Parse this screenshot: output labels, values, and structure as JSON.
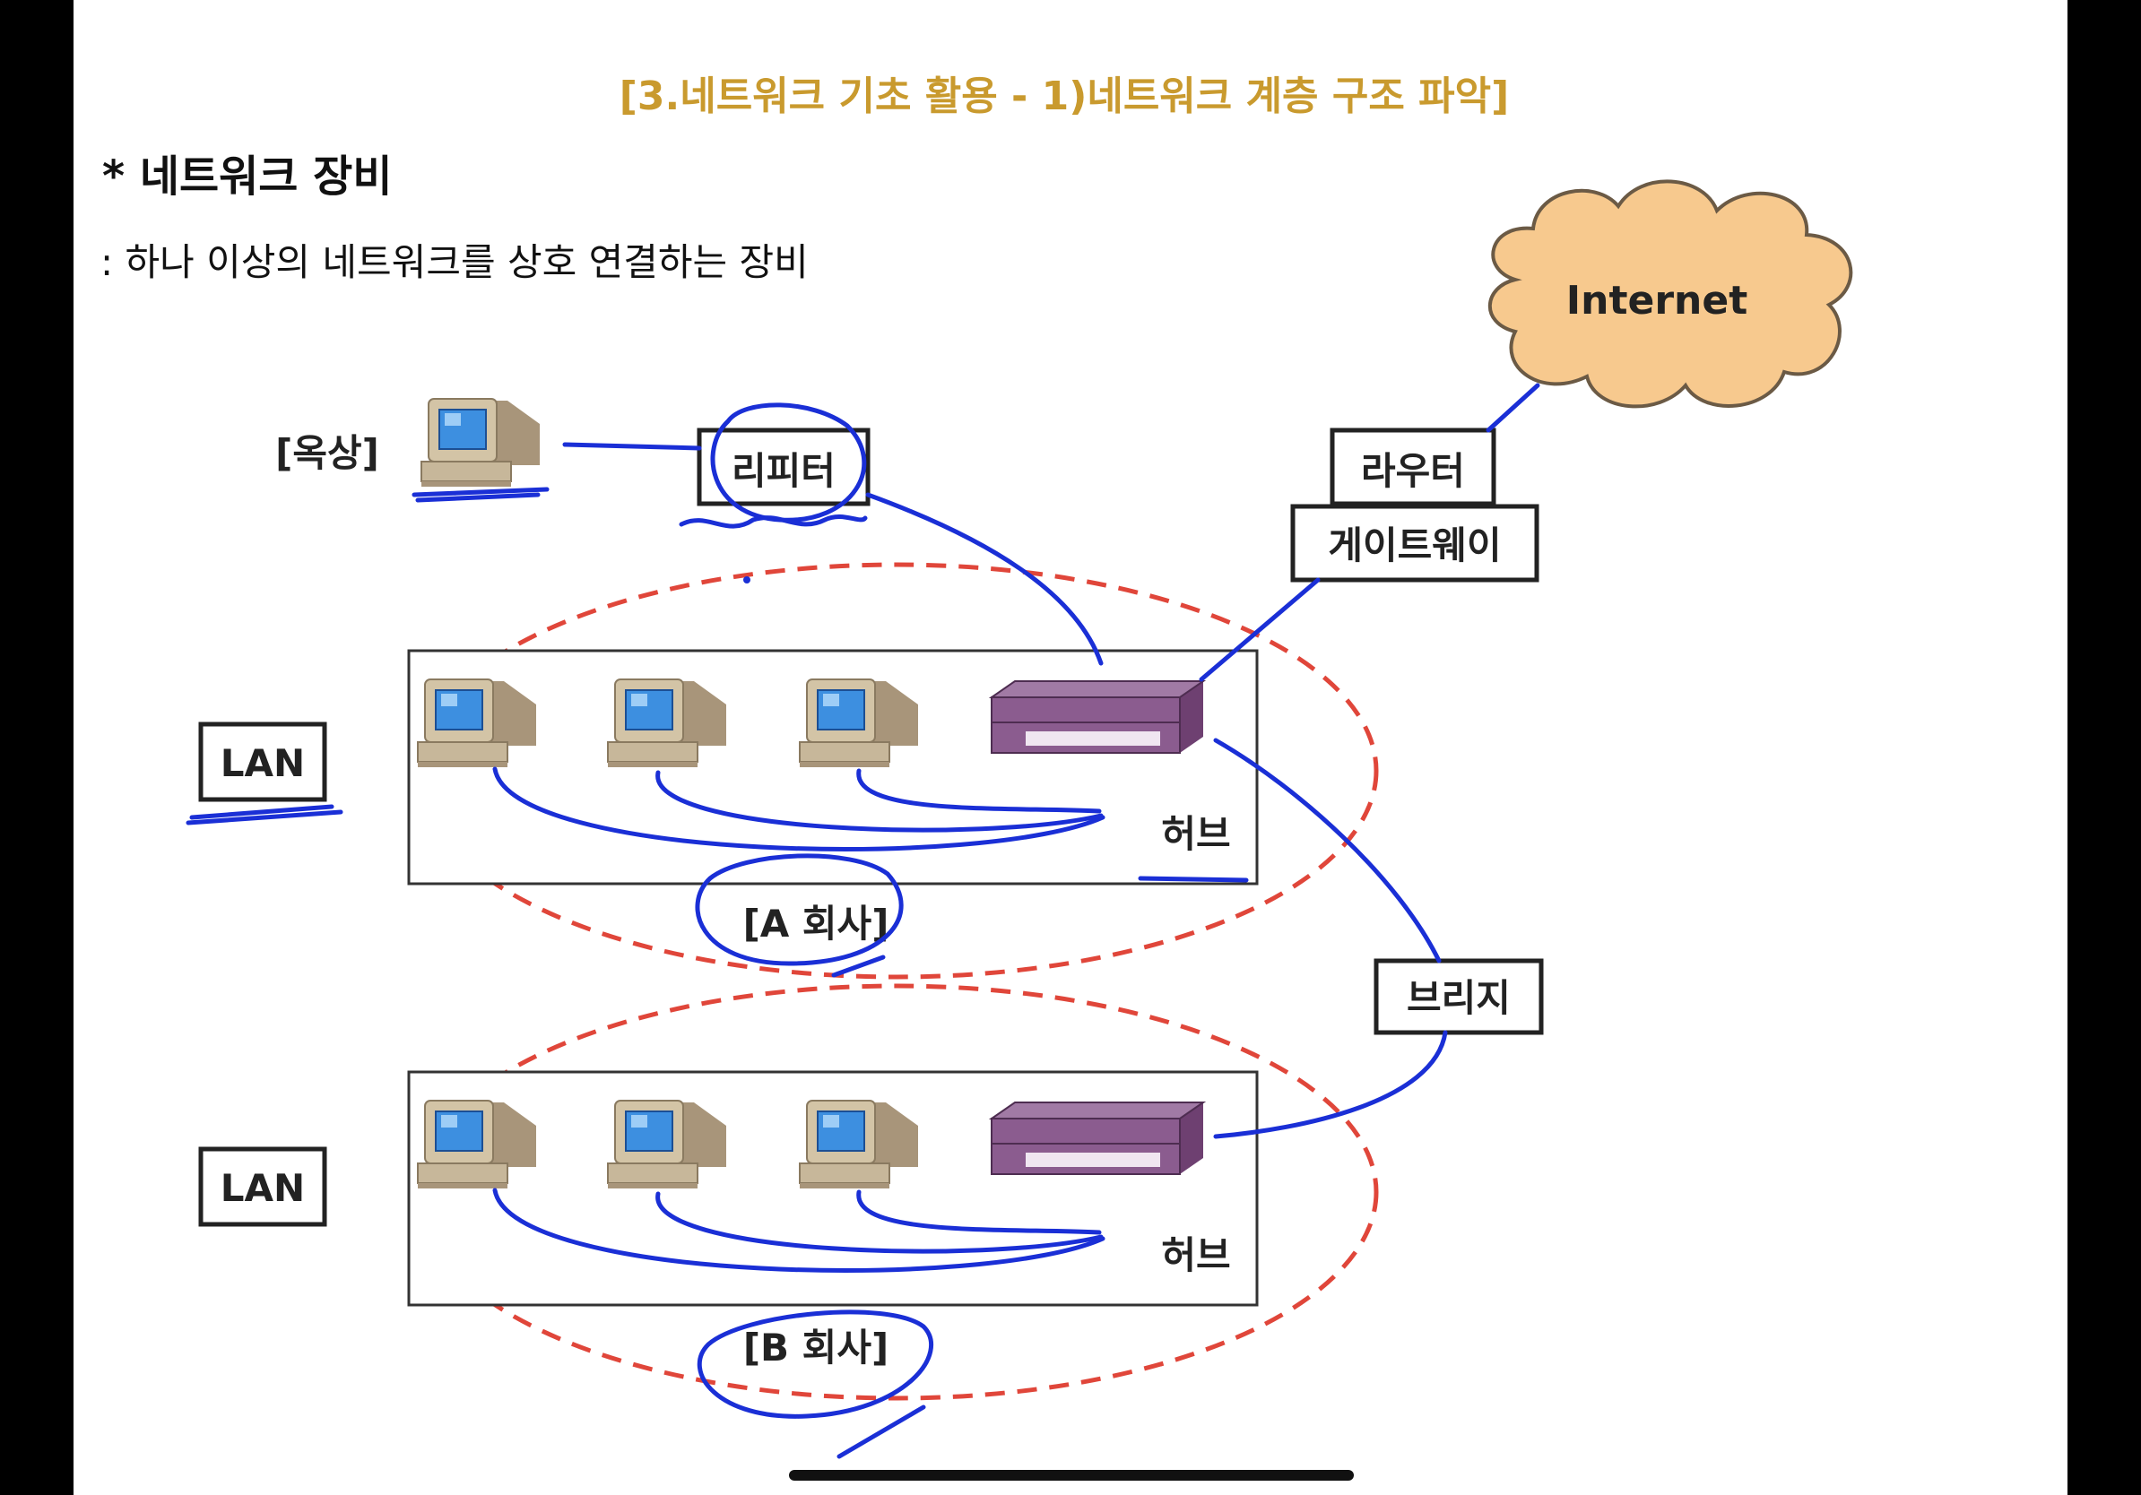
{
  "slide": {
    "header": "[3.네트워크 기초 활용 - 1)네트워크 계층 구조 파악]",
    "heading": "* 네트워크 장비",
    "description": ": 하나 이상의 네트워크를 상호 연결하는 장비"
  },
  "diagram": {
    "cloud_label": "Internet",
    "rooftop_label": "[옥상]",
    "repeater_label": "리피터",
    "router_label": "라우터",
    "gateway_label": "게이트웨이",
    "bridge_label": "브리지",
    "lan_a_label": "LAN",
    "lan_b_label": "LAN",
    "hub_a_label": "허브",
    "hub_b_label": "허브",
    "company_a_label": "[A 회사]",
    "company_b_label": "[B 회사]"
  },
  "colors": {
    "header": "#c99a2e",
    "annotation": "#1a2fd6",
    "dashed_ellipse": "#e0463a",
    "cloud_fill": "#f7c98e",
    "hub_fill": "#7b4a7e",
    "monitor_screen": "#3d8fe0",
    "computer_body": "#c7b79a"
  },
  "icons": [
    "computer-icon",
    "hub-icon",
    "cloud-icon"
  ]
}
